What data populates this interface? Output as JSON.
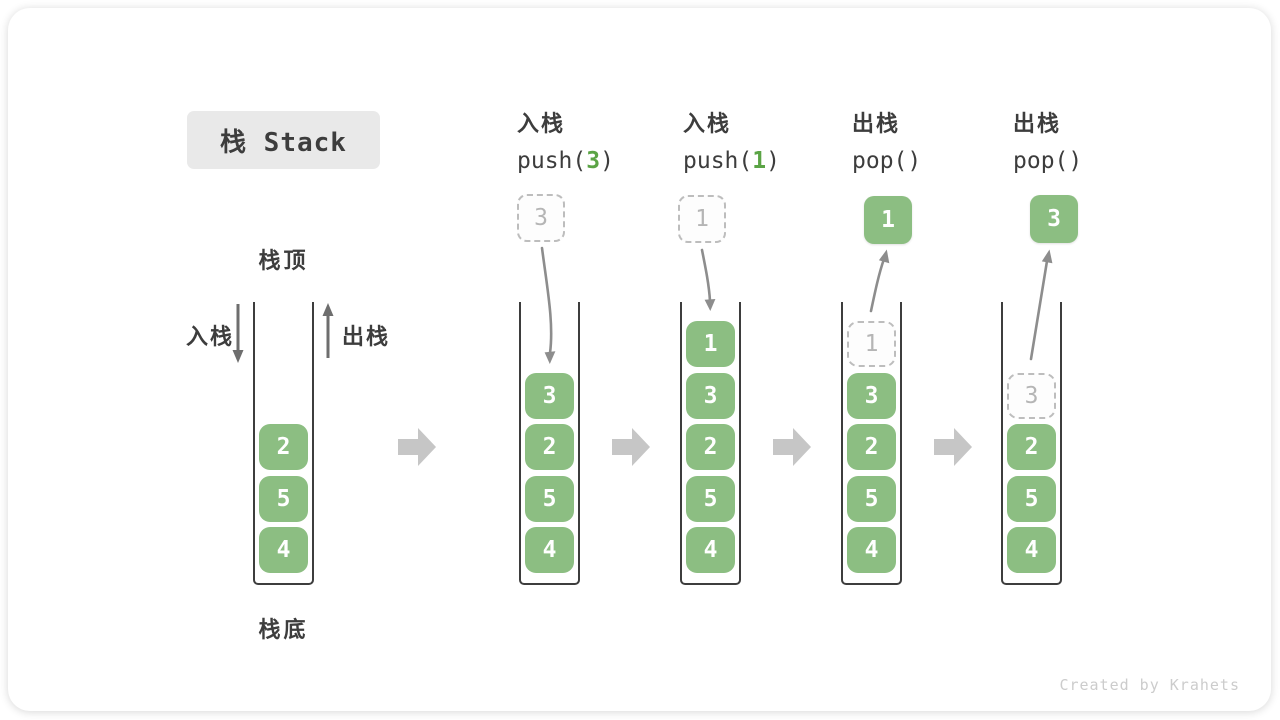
{
  "title": "栈 Stack",
  "watermark": "Created by Krahets",
  "legend": {
    "stack_top": "栈顶",
    "stack_bottom": "栈底",
    "push_side": "入栈",
    "pop_side": "出栈"
  },
  "colors": {
    "cell_green": "#8cbe82",
    "code_arg_green": "#5ba445",
    "dark_text": "#3d3d3d",
    "dashed_border": "#bdbdbd",
    "dashed_text": "#b5b5b5",
    "block_arrow_gray": "#c6c6c6",
    "curve_arrow_gray": "#8d8d8d",
    "side_arrow_gray": "#6e6e6e",
    "title_box_bg": "#e9e9e9",
    "watermark_gray": "#cccccc"
  },
  "icons": {
    "flow": "block-right-arrow-icon",
    "push_side": "arrow-down-icon",
    "pop_side": "arrow-up-icon",
    "push_curve": "curved-arrow-down-icon",
    "pop_curve": "curved-arrow-up-icon"
  },
  "columns": [
    {
      "name": "initial-stack",
      "header_cn": "",
      "code_pre": "",
      "code_arg": "",
      "code_post": "",
      "floating": null,
      "cells": [
        {
          "value": "2",
          "dashed": false
        },
        {
          "value": "5",
          "dashed": false
        },
        {
          "value": "4",
          "dashed": false
        }
      ]
    },
    {
      "name": "push-3",
      "header_cn": "入栈",
      "code_pre": "push(",
      "code_arg": "3",
      "code_post": ")",
      "floating": {
        "value": "3",
        "variant": "dashed"
      },
      "cells": [
        {
          "value": "3",
          "dashed": false
        },
        {
          "value": "2",
          "dashed": false
        },
        {
          "value": "5",
          "dashed": false
        },
        {
          "value": "4",
          "dashed": false
        }
      ]
    },
    {
      "name": "push-1",
      "header_cn": "入栈",
      "code_pre": "push(",
      "code_arg": "1",
      "code_post": ")",
      "floating": {
        "value": "1",
        "variant": "dashed"
      },
      "cells": [
        {
          "value": "1",
          "dashed": false
        },
        {
          "value": "3",
          "dashed": false
        },
        {
          "value": "2",
          "dashed": false
        },
        {
          "value": "5",
          "dashed": false
        },
        {
          "value": "4",
          "dashed": false
        }
      ]
    },
    {
      "name": "pop-1",
      "header_cn": "出栈",
      "code_pre": "pop()",
      "code_arg": "",
      "code_post": "",
      "floating": {
        "value": "1",
        "variant": "solid"
      },
      "cells": [
        {
          "value": "1",
          "dashed": true
        },
        {
          "value": "3",
          "dashed": false
        },
        {
          "value": "2",
          "dashed": false
        },
        {
          "value": "5",
          "dashed": false
        },
        {
          "value": "4",
          "dashed": false
        }
      ]
    },
    {
      "name": "pop-3",
      "header_cn": "出栈",
      "code_pre": "pop()",
      "code_arg": "",
      "code_post": "",
      "floating": {
        "value": "3",
        "variant": "solid"
      },
      "cells": [
        {
          "value": "3",
          "dashed": true
        },
        {
          "value": "2",
          "dashed": false
        },
        {
          "value": "5",
          "dashed": false
        },
        {
          "value": "4",
          "dashed": false
        }
      ]
    }
  ]
}
